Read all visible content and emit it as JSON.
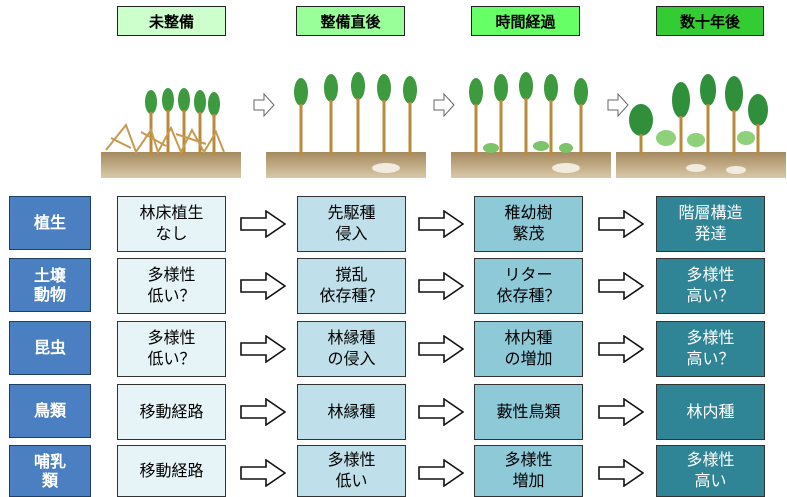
{
  "stages": [
    "未整備",
    "整備直後",
    "時間経過",
    "数十年後"
  ],
  "rows": [
    {
      "category": "植生",
      "cells": [
        "林床植生\nなし",
        "先駆種\n侵入",
        "稚幼樹\n繁茂",
        "階層構造\n発達"
      ]
    },
    {
      "category": "土壌\n動物",
      "cells": [
        "多様性\n低い？",
        "撹乱\n依存種？",
        "リター\n依存種？",
        "多様性\n高い？"
      ]
    },
    {
      "category": "昆虫",
      "cells": [
        "多様性\n低い？",
        "林縁種\nの侵入",
        "林内種\nの増加",
        "多様性\n高い？"
      ]
    },
    {
      "category": "鳥類",
      "cells": [
        "移動経路",
        "林縁種",
        "藪性鳥類",
        "林内種"
      ]
    },
    {
      "category": "哺乳\n類",
      "cells": [
        "移動経路",
        "多様性\n低い",
        "多様性\n増加",
        "多様性\n高い"
      ]
    }
  ],
  "colors": {
    "category_bg": "#4a7fc1",
    "stage_bg": [
      "#ccffcc",
      "#99ff99",
      "#66ff66",
      "#33cc33"
    ],
    "cell_bg": [
      "#e6f4f8",
      "#bfe0ea",
      "#8ec9d8",
      "#2f8496"
    ]
  }
}
